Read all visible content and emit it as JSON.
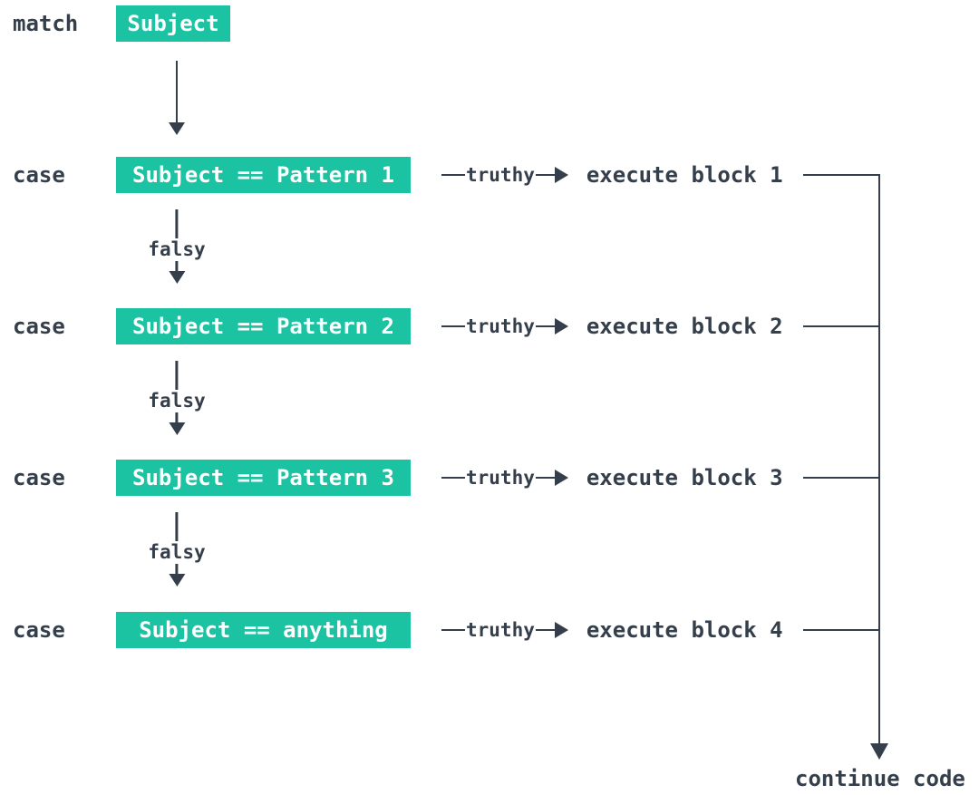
{
  "colors": {
    "accent_teal": "#1cc3a3",
    "ink": "#353f4b",
    "box_text": "#ffffff",
    "background": "#ffffff"
  },
  "match": {
    "keyword": "match",
    "subject_label": "Subject"
  },
  "labels": {
    "truthy": "truthy",
    "falsy": "falsy"
  },
  "cases": [
    {
      "keyword": "case",
      "condition": "Subject == Pattern 1",
      "action": "execute block 1"
    },
    {
      "keyword": "case",
      "condition": "Subject == Pattern 2",
      "action": "execute block 2"
    },
    {
      "keyword": "case",
      "condition": "Subject == Pattern 3",
      "action": "execute block 3"
    },
    {
      "keyword": "case",
      "condition": "Subject == anything",
      "action": "execute block 4"
    }
  ],
  "footer": {
    "continue_label": "continue code"
  }
}
